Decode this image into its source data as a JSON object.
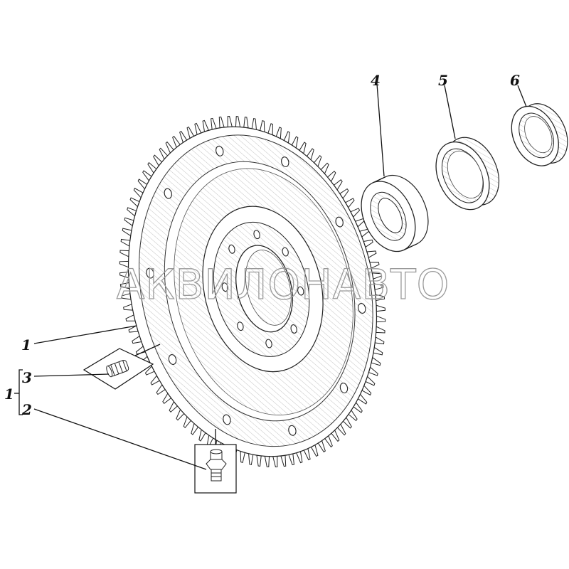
{
  "watermark": "АКВИЛОНАВТО",
  "callouts": {
    "flywheel": "1",
    "assembly": "1",
    "pin": "3",
    "fitting": "2",
    "bearing": "4",
    "spacer_ring": "5",
    "seal": "6"
  },
  "gear": {
    "tooth_count": 96
  },
  "colors": {
    "line": "#111111",
    "watermark": "#9a9a9a"
  }
}
